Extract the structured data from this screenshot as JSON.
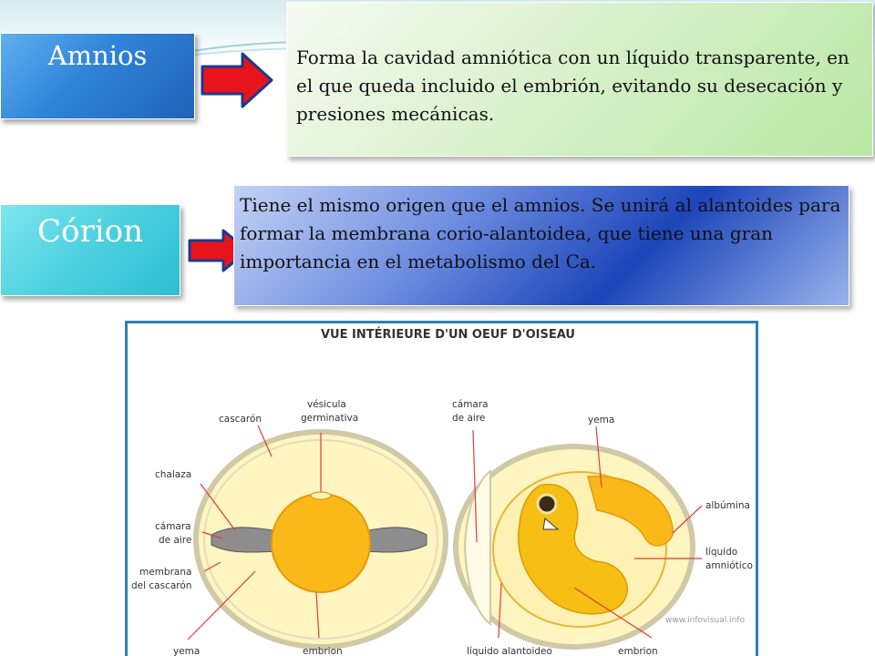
{
  "slide": {
    "amnios": {
      "label": "Amnios",
      "description": "Forma la cavidad amniótica con un líquido transparente, en el que queda incluido el embrión, evitando su desecación y presiones mecánicas."
    },
    "corion": {
      "label": "Córion",
      "description": "Tiene el mismo origen que el amnios. Se unirá al alantoides para formar la membrana corio-alantoidea, que tiene una gran importancia en el metabolismo del Ca."
    }
  },
  "figure": {
    "title": "VUE INTÉRIEURE D'UN OEUF D'OISEAU",
    "watermark": "www.infovisual.info",
    "left_egg_labels": {
      "cascaron": "cascarón",
      "vesicula_1": "vésicula",
      "vesicula_2": "germinativa",
      "chalaza": "chalaza",
      "camara_1": "cámara",
      "camara_2": "de aire",
      "membrana_1": "membrana",
      "membrana_2": "del cascarón",
      "yema": "yema",
      "embrion": "embrion"
    },
    "right_egg_labels": {
      "camara_1": "cámara",
      "camara_2": "de aire",
      "yema": "yema",
      "albumina": "albúmina",
      "liquido_1": "líquido",
      "liquido_2": "amniótico",
      "liquido_alantoideo": "líquido alantoideo",
      "embrion": "embrion"
    }
  },
  "colors": {
    "arrow_red": "#e8141c",
    "arrow_outline": "#1a3a8f",
    "leader_line": "#e23a3a",
    "yolk": "#fbb919",
    "albumen": "#fff7c8"
  }
}
